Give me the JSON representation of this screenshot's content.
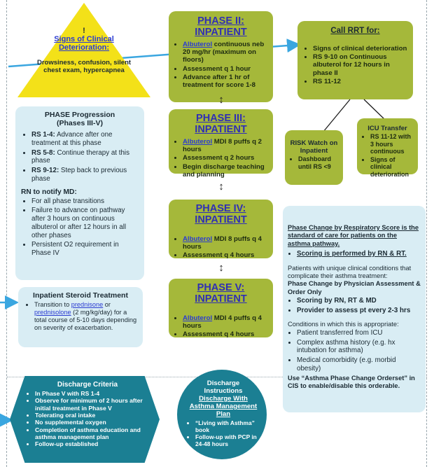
{
  "colors": {
    "green": "#a5b83a",
    "light_blue": "#d9edf4",
    "teal": "#1b7f93",
    "yellow": "#f3e119",
    "arrow": "#3aa6e0"
  },
  "warning": {
    "exclaim": "!",
    "title_line1": "Signs of Clinical",
    "title_line2": "Deterioration:",
    "body": "Drowsiness, confusion, silent chest exam, hypercapnea"
  },
  "progression": {
    "title": "PHASE Progression",
    "subtitle": "(Phases III-V)",
    "items": [
      {
        "label": "RS 1-4:",
        "text": " Advance after one treatment at this phase"
      },
      {
        "label": "RS 5-8:",
        "text": " Continue therapy at this phase"
      },
      {
        "label": "RS 9-12:",
        "text": " Step back to previous phase"
      }
    ],
    "notify_title": "RN to notify MD:",
    "notify_items": [
      "For all phase transitions",
      "Failure to advance on pathway after 3 hours on continuous albuterol or after 12 hours in all other phases",
      "Persistent O2 requirement in Phase IV"
    ]
  },
  "steroid": {
    "title": "Inpatient Steroid Treatment",
    "prefix": "Transition to ",
    "link1": "prednisone",
    "or": " or ",
    "link2": "prednisolone",
    "suffix": " (2 mg/kg/day) for a total course of 5-10 days depending on severity of exacerbation."
  },
  "phases": [
    {
      "title": "PHASE II: INPATIENT",
      "drug": "Albuterol",
      "drug_rest": " continuous neb 20 mg/hr (maximum on floors)",
      "items": [
        "Assessment q 1 hour",
        "Advance after 1 hr of treatment for score 1-8"
      ]
    },
    {
      "title": "PHASE III: INPATIENT",
      "drug": "Albuterol",
      "drug_rest": " MDI 8 puffs q 2 hours",
      "items": [
        "Assessment q 2 hours",
        "Begin discharge teaching and planning"
      ]
    },
    {
      "title": "PHASE IV: INPATIENT",
      "drug": "Albuterol",
      "drug_rest": " MDI 8 puffs q 4 hours",
      "items": [
        "Assessment q 4 hours"
      ]
    },
    {
      "title": "PHASE V: INPATIENT",
      "drug": "Albuterol",
      "drug_rest": " MDI 4 puffs q 4 hours",
      "items": [
        "Assessment q 4 hours"
      ]
    }
  ],
  "arrows": {
    "updown": "↕"
  },
  "rrt": {
    "title": "Call RRT for:",
    "items": [
      "Signs of clinical deterioration",
      "RS 9-10 on Continuous albuterol for 12 hours in phase II",
      "RS 11-12"
    ]
  },
  "risk": {
    "title": "RISK Watch on Inpatient",
    "items": [
      "Dashboard until RS <9"
    ]
  },
  "icu": {
    "title": "ICU Transfer",
    "items": [
      "RS 11-12 with 3 hours continuous",
      "Signs of clinical deterioration"
    ]
  },
  "phase_change": {
    "headline": "Phase Change by Respiratory Score is the standard of care for patients on the asthma pathway.",
    "scoring": "Scoring is performed by RN & RT.",
    "intro": "Patients with unique clinical conditions that complicate their asthma treatment:",
    "physician_title": "Phase Change by Physician Assessment & Order Only",
    "physician_items": [
      "Scoring by RN, RT & MD",
      "Provider to assess pt every 2-3 hrs"
    ],
    "conditions_intro": "Conditions in which this is appropriate:",
    "conditions": [
      "Patient transferred from ICU",
      "Complex asthma history (e.g. hx intubation for asthma)",
      "Medical comorbidity (e.g. morbid obesity)"
    ],
    "orderset": "Use “Asthma Phase Change Orderset” in CIS to enable/disable this orderable."
  },
  "discharge_criteria": {
    "title": "Discharge Criteria",
    "items": [
      "In Phase V with RS 1-4",
      "Observe for minimum of 2 hours after initial treatment in Phase V",
      "Tolerating oral intake",
      "No supplemental oxygen",
      "Completion of asthma education and asthma management plan",
      "Follow-up established"
    ]
  },
  "discharge_instructions": {
    "title_line1": "Discharge",
    "title_line2": "Instructions",
    "subtitle": "Discharge With Asthma Management Plan",
    "items": [
      "“Living with Asthma” book",
      "Follow-up with PCP in 24-48 hours"
    ]
  }
}
